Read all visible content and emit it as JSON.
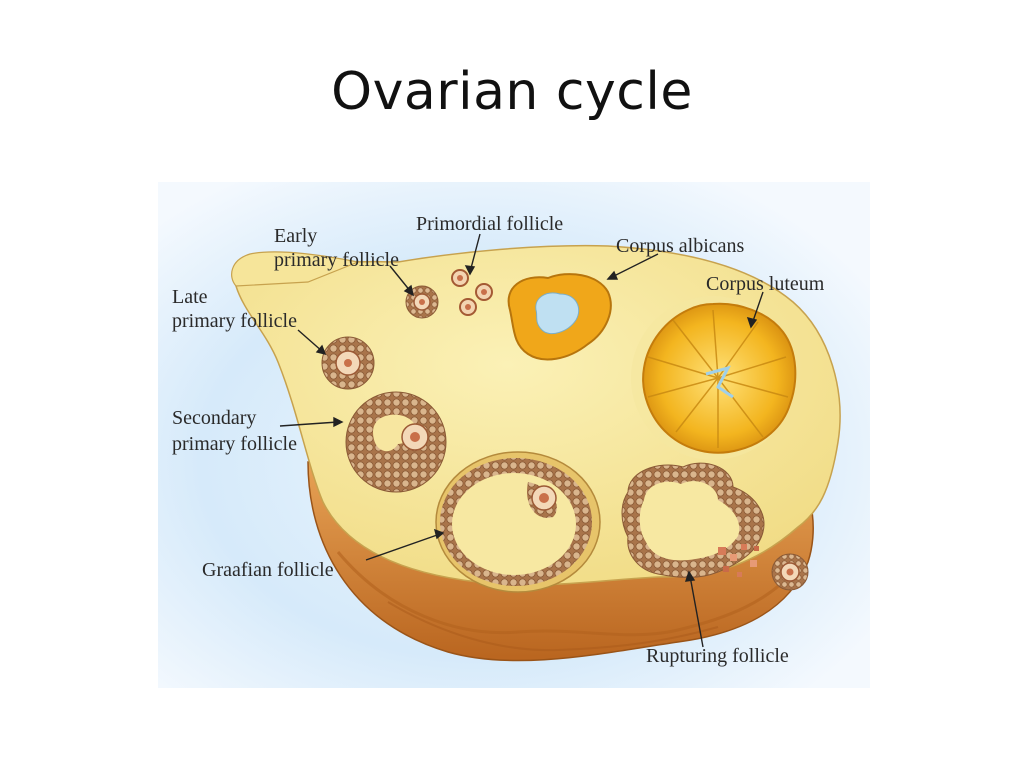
{
  "slide": {
    "title": "Ovarian cycle"
  },
  "diagram": {
    "labels": {
      "primordial_follicle": "Primordial follicle",
      "corpus_albicans": "Corpus albicans",
      "corpus_luteum": "Corpus luteum",
      "early_primary_line1": "Early",
      "early_primary_line2": "primary follicle",
      "late_primary_line1": "Late",
      "late_primary_line2": "primary follicle",
      "secondary_line1": "Secondary",
      "secondary_line2": "primary follicle",
      "graafian_follicle": "Graafian follicle",
      "rupturing_follicle": "Rupturing follicle"
    },
    "colors": {
      "stroma": "#f7e79a",
      "tunica": "#c9782a",
      "granulosa": "#b98a5e",
      "corpus_yellow": "#f2b21d",
      "background_glow": "#d8ecfb"
    }
  }
}
